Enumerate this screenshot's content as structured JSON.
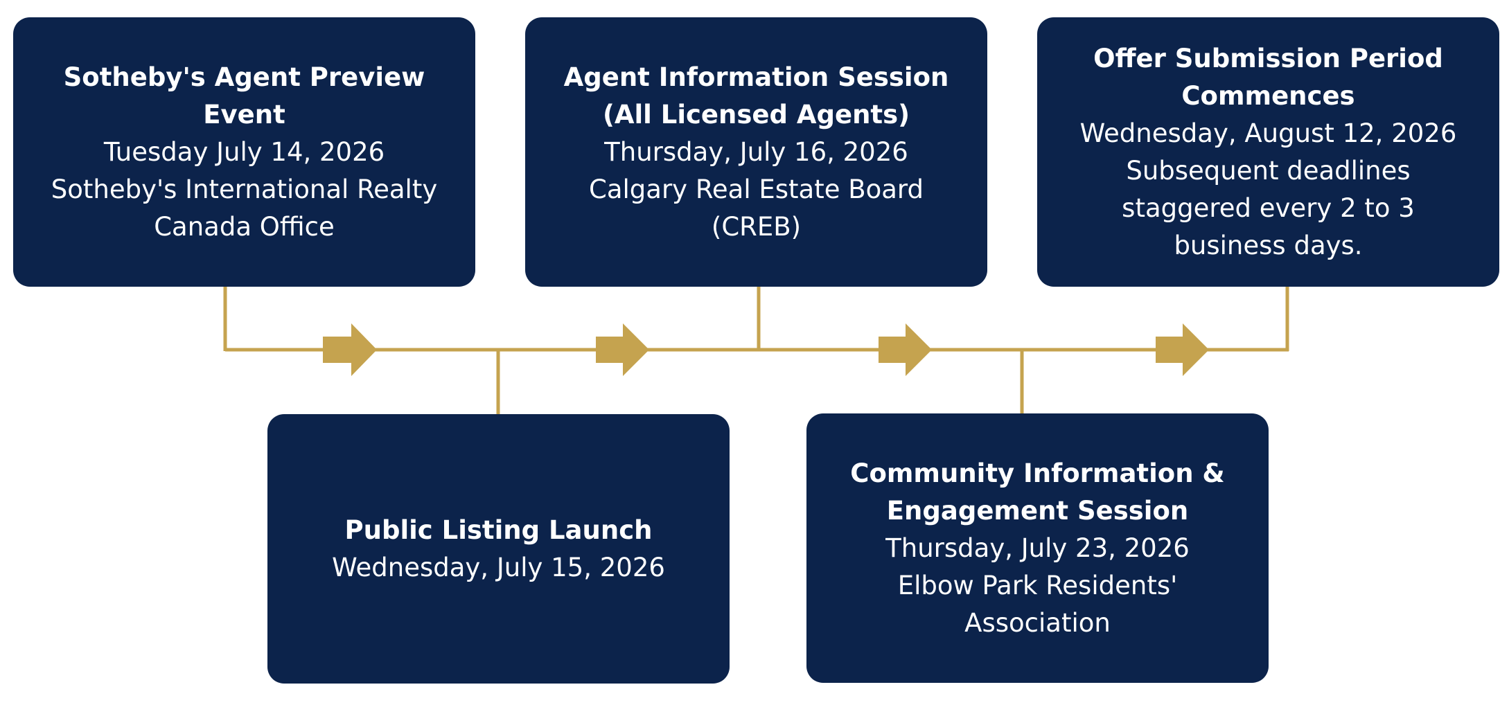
{
  "timeline": {
    "colors": {
      "card_background": "#0c234b",
      "card_text": "#ffffff",
      "connector": "#c5a34f",
      "page_background": "#ffffff"
    },
    "events": [
      {
        "title": "Sotheby's Agent Preview Event",
        "date": "Tuesday July 14, 2026",
        "details": "Sotheby's International Realty Canada Office"
      },
      {
        "title": "Agent Information Session (All Licensed Agents)",
        "date": "Thursday, July 16, 2026",
        "details": "Calgary Real Estate Board (CREB)"
      },
      {
        "title": "Offer Submission Period Commences",
        "date": "Wednesday, August 12, 2026",
        "details": "Subsequent deadlines staggered every 2 to 3 business days."
      },
      {
        "title": "Public Listing Launch",
        "date": "Wednesday, July 15, 2026"
      },
      {
        "title": "Community Information & Engagement Session",
        "date": "Thursday, July 23, 2026",
        "details": "Elbow Park Residents' Association"
      }
    ]
  }
}
